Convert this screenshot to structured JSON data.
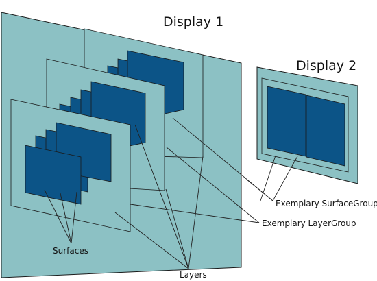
{
  "labels": {
    "display1": "Display 1",
    "display2": "Display 2",
    "surface_group": "Exemplary SurfaceGroup",
    "layer_group": "Exemplary LayerGroup",
    "surfaces": "Surfaces",
    "layers": "Layers"
  },
  "colors": {
    "display_fill": "#8cc1c4",
    "surface_fill": "#0c5487",
    "outline": "#1a1a1a",
    "leader": "#222222"
  }
}
